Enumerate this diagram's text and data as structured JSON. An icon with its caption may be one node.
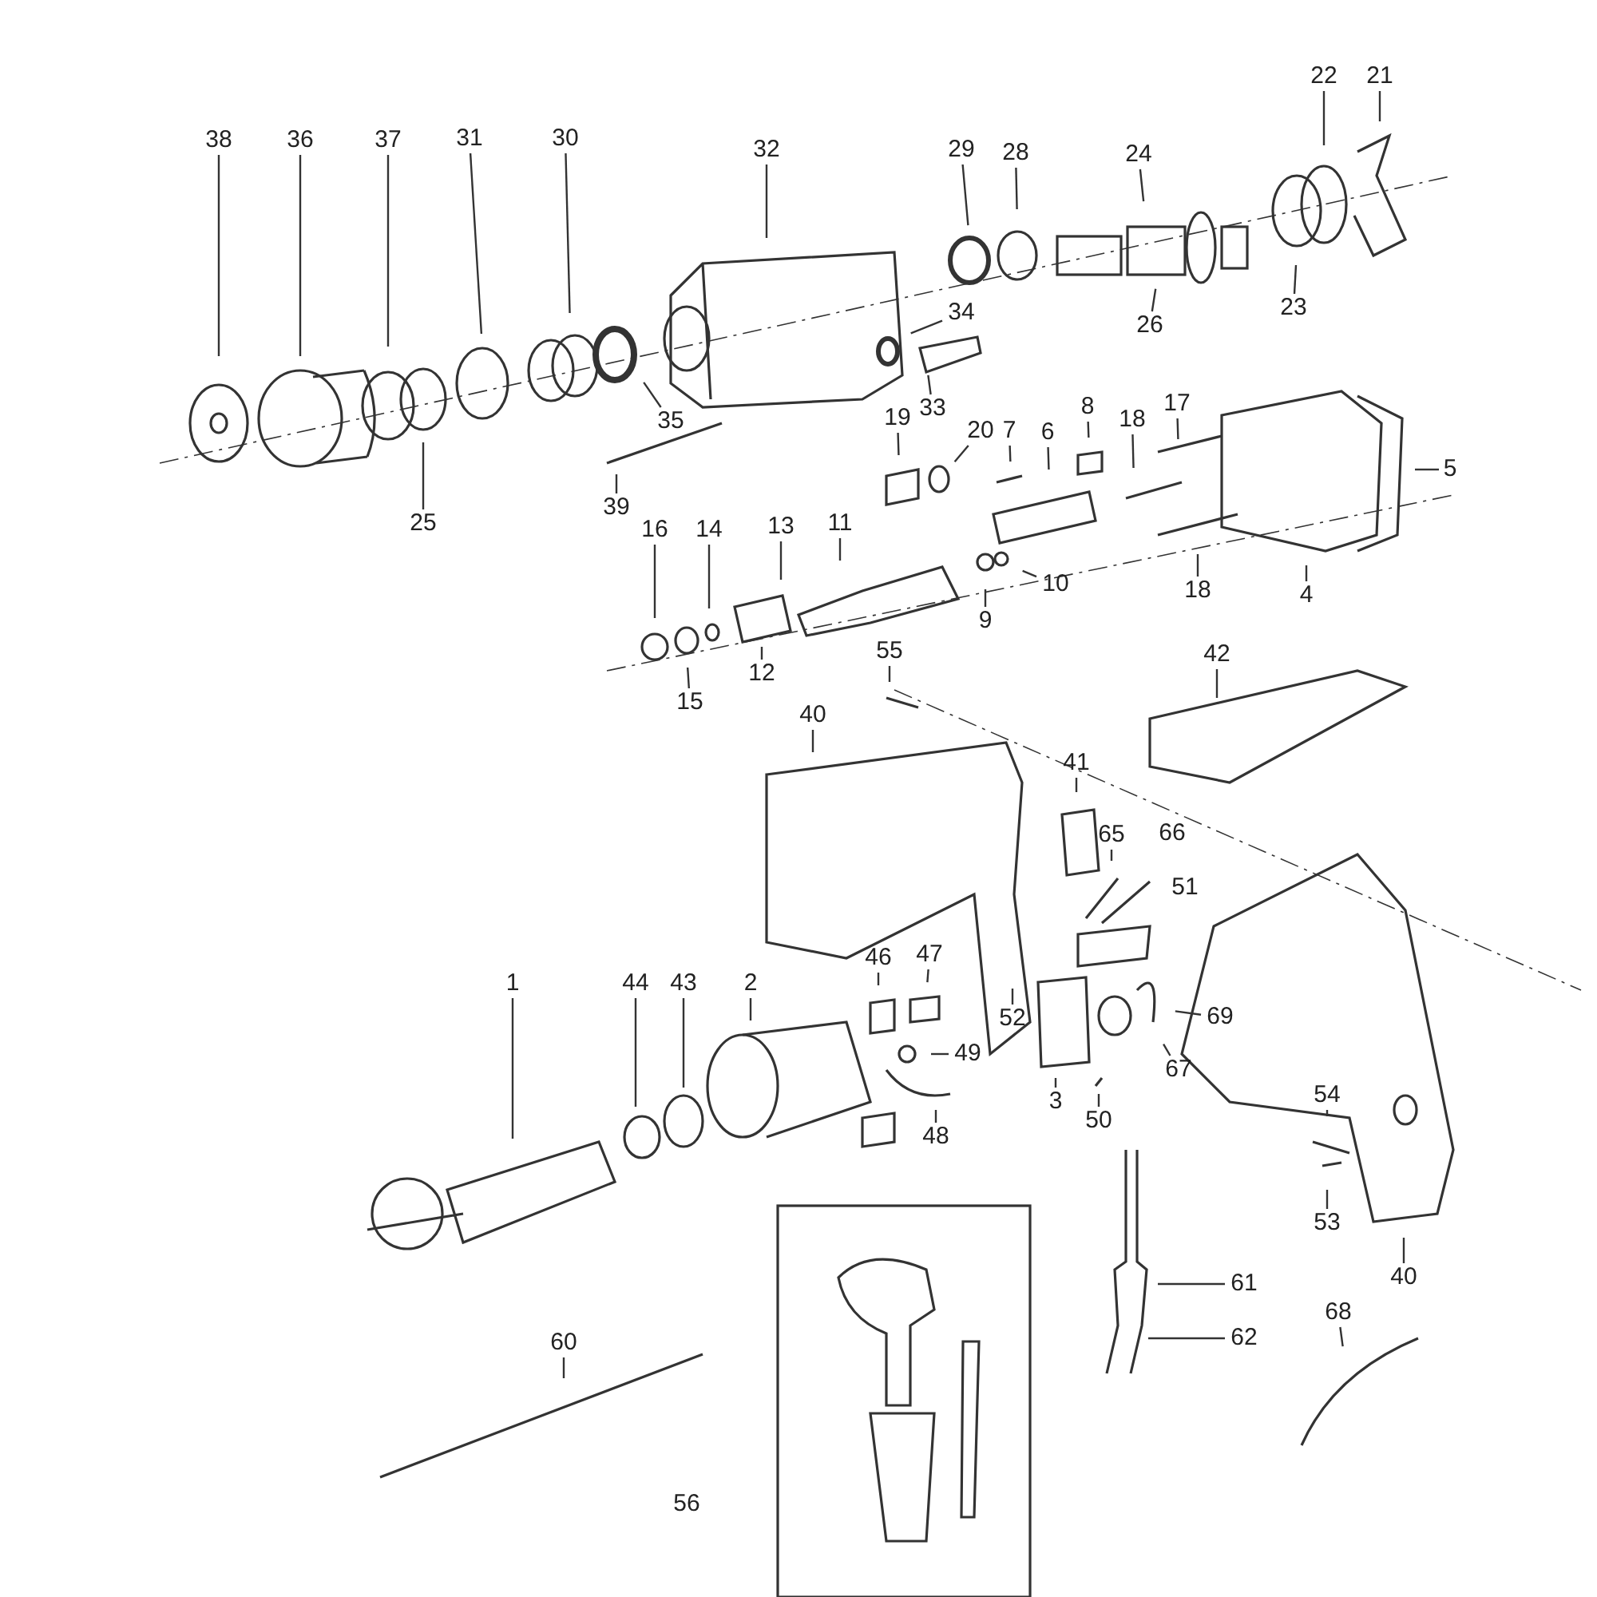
{
  "diagram": {
    "nodes": [
      {
        "text": [
          "38"
        ]
      },
      {
        "text": [
          "36"
        ]
      },
      {
        "text": [
          "37"
        ]
      },
      {
        "text": [
          "31"
        ]
      },
      {
        "text": [
          "30"
        ]
      },
      {
        "text": [
          "32"
        ]
      },
      {
        "text": [
          "29"
        ]
      },
      {
        "text": [
          "28"
        ]
      },
      {
        "text": [
          "24"
        ]
      },
      {
        "text": [
          "22"
        ]
      },
      {
        "text": [
          "21"
        ]
      },
      {
        "text": [
          "34"
        ]
      },
      {
        "text": [
          "35"
        ]
      },
      {
        "text": [
          "26"
        ]
      },
      {
        "text": [
          "23"
        ]
      },
      {
        "text": [
          "33"
        ]
      },
      {
        "text": [
          "39"
        ]
      },
      {
        "text": [
          "25"
        ]
      },
      {
        "text": [
          "19"
        ]
      },
      {
        "text": [
          "20"
        ]
      },
      {
        "text": [
          "7"
        ]
      },
      {
        "text": [
          "6"
        ]
      },
      {
        "text": [
          "8"
        ]
      },
      {
        "text": [
          "18"
        ]
      },
      {
        "text": [
          "17"
        ]
      },
      {
        "text": [
          "5"
        ]
      },
      {
        "text": [
          "16"
        ]
      },
      {
        "text": [
          "14"
        ]
      },
      {
        "text": [
          "13"
        ]
      },
      {
        "text": [
          "11"
        ]
      },
      {
        "text": [
          "9"
        ]
      },
      {
        "text": [
          "10"
        ]
      },
      {
        "text": [
          "18"
        ]
      },
      {
        "text": [
          "4"
        ]
      },
      {
        "text": [
          "15"
        ]
      },
      {
        "text": [
          "12"
        ]
      },
      {
        "text": [
          "55"
        ]
      },
      {
        "text": [
          "42"
        ]
      },
      {
        "text": [
          "40"
        ]
      },
      {
        "text": [
          "41"
        ]
      },
      {
        "text": [
          "65"
        ]
      },
      {
        "text": [
          "52"
        ]
      },
      {
        "text": [
          "46"
        ]
      },
      {
        "text": [
          "47"
        ]
      },
      {
        "text": [
          "49"
        ]
      },
      {
        "text": [
          "48"
        ]
      },
      {
        "text": [
          "69"
        ]
      },
      {
        "text": [
          "67"
        ]
      },
      {
        "text": [
          "3"
        ]
      },
      {
        "text": [
          "50"
        ]
      },
      {
        "text": [
          "1"
        ]
      },
      {
        "text": [
          "44"
        ]
      },
      {
        "text": [
          "43"
        ]
      },
      {
        "text": [
          "2"
        ]
      },
      {
        "text": [
          "54"
        ]
      },
      {
        "text": [
          "53"
        ]
      },
      {
        "text": [
          "40"
        ]
      },
      {
        "text": [
          "61"
        ]
      },
      {
        "text": [
          "62"
        ]
      },
      {
        "text": [
          "68"
        ]
      },
      {
        "text": [
          "60"
        ]
      }
    ],
    "edges": [
      {
        "from": 0,
        "to": null,
        "arrow": "none"
      },
      {
        "from": 1,
        "to": null,
        "arrow": "none"
      },
      {
        "from": 2,
        "to": null,
        "arrow": "none"
      },
      {
        "from": 3,
        "to": null,
        "arrow": "none"
      },
      {
        "from": 4,
        "to": null,
        "arrow": "none"
      },
      {
        "from": 5,
        "to": null,
        "arrow": "none"
      },
      {
        "from": 6,
        "to": null,
        "arrow": "none"
      },
      {
        "from": 7,
        "to": null,
        "arrow": "none"
      },
      {
        "from": 8,
        "to": null,
        "arrow": "none"
      },
      {
        "from": 9,
        "to": null,
        "arrow": "none"
      },
      {
        "from": 10,
        "to": null,
        "arrow": "none"
      },
      {
        "from": 11,
        "to": null,
        "arrow": "none"
      },
      {
        "from": 12,
        "to": null,
        "arrow": "none"
      },
      {
        "from": 13,
        "to": null,
        "arrow": "none"
      },
      {
        "from": 14,
        "to": null,
        "arrow": "none"
      },
      {
        "from": 15,
        "to": null,
        "arrow": "none"
      },
      {
        "from": 16,
        "to": null,
        "arrow": "none"
      },
      {
        "from": 17,
        "to": null,
        "arrow": "none"
      },
      {
        "from": 18,
        "to": null,
        "arrow": "none"
      },
      {
        "from": 19,
        "to": null,
        "arrow": "none"
      },
      {
        "from": 20,
        "to": null,
        "arrow": "none"
      },
      {
        "from": 21,
        "to": null,
        "arrow": "none"
      },
      {
        "from": 22,
        "to": null,
        "arrow": "none"
      },
      {
        "from": 23,
        "to": null,
        "arrow": "none"
      },
      {
        "from": 24,
        "to": null,
        "arrow": "none"
      },
      {
        "from": 25,
        "to": null,
        "arrow": "none"
      },
      {
        "from": 26,
        "to": null,
        "arrow": "none"
      },
      {
        "from": 27,
        "to": null,
        "arrow": "none"
      },
      {
        "from": 28,
        "to": null,
        "arrow": "none"
      },
      {
        "from": 29,
        "to": null,
        "arrow": "none"
      },
      {
        "from": 30,
        "to": null,
        "arrow": "none"
      },
      {
        "from": 31,
        "to": null,
        "arrow": "none"
      },
      {
        "from": 32,
        "to": null,
        "arrow": "none"
      },
      {
        "from": 33,
        "to": null,
        "arrow": "none"
      },
      {
        "from": 34,
        "to": null,
        "arrow": "none"
      },
      {
        "from": 35,
        "to": null,
        "arrow": "none"
      },
      {
        "from": 36,
        "to": null,
        "arrow": "none"
      },
      {
        "from": 37,
        "to": null,
        "arrow": "none"
      },
      {
        "from": 38,
        "to": null,
        "arrow": "none"
      },
      {
        "from": 39,
        "to": null,
        "arrow": "none"
      },
      {
        "from": 40,
        "to": null,
        "arrow": "none"
      },
      {
        "from": 41,
        "to": null,
        "arrow": "none"
      },
      {
        "from": 42,
        "to": null,
        "arrow": "none"
      },
      {
        "from": 43,
        "to": null,
        "arrow": "none"
      },
      {
        "from": 44,
        "to": null,
        "arrow": "none"
      },
      {
        "from": 45,
        "to": null,
        "arrow": "none"
      },
      {
        "from": 46,
        "to": null,
        "arrow": "none"
      },
      {
        "from": 47,
        "to": null,
        "arrow": "none"
      },
      {
        "from": 48,
        "to": null,
        "arrow": "none"
      },
      {
        "from": 49,
        "to": null,
        "arrow": "none"
      },
      {
        "from": 50,
        "to": null,
        "arrow": "none"
      },
      {
        "from": 51,
        "to": null,
        "arrow": "none"
      },
      {
        "from": 52,
        "to": null,
        "arrow": "none"
      },
      {
        "from": 53,
        "to": null,
        "arrow": "none"
      },
      {
        "from": 54,
        "to": null,
        "arrow": "none"
      },
      {
        "from": 55,
        "to": null,
        "arrow": "none"
      },
      {
        "from": 56,
        "to": null,
        "arrow": "none"
      },
      {
        "from": 57,
        "to": null,
        "arrow": "none"
      },
      {
        "from": 58,
        "to": null,
        "arrow": "none"
      },
      {
        "from": 59,
        "to": null,
        "arrow": "none"
      },
      {
        "from": 60,
        "to": null,
        "arrow": "none"
      }
    ],
    "labels": [
      "66",
      "51",
      "56"
    ]
  }
}
